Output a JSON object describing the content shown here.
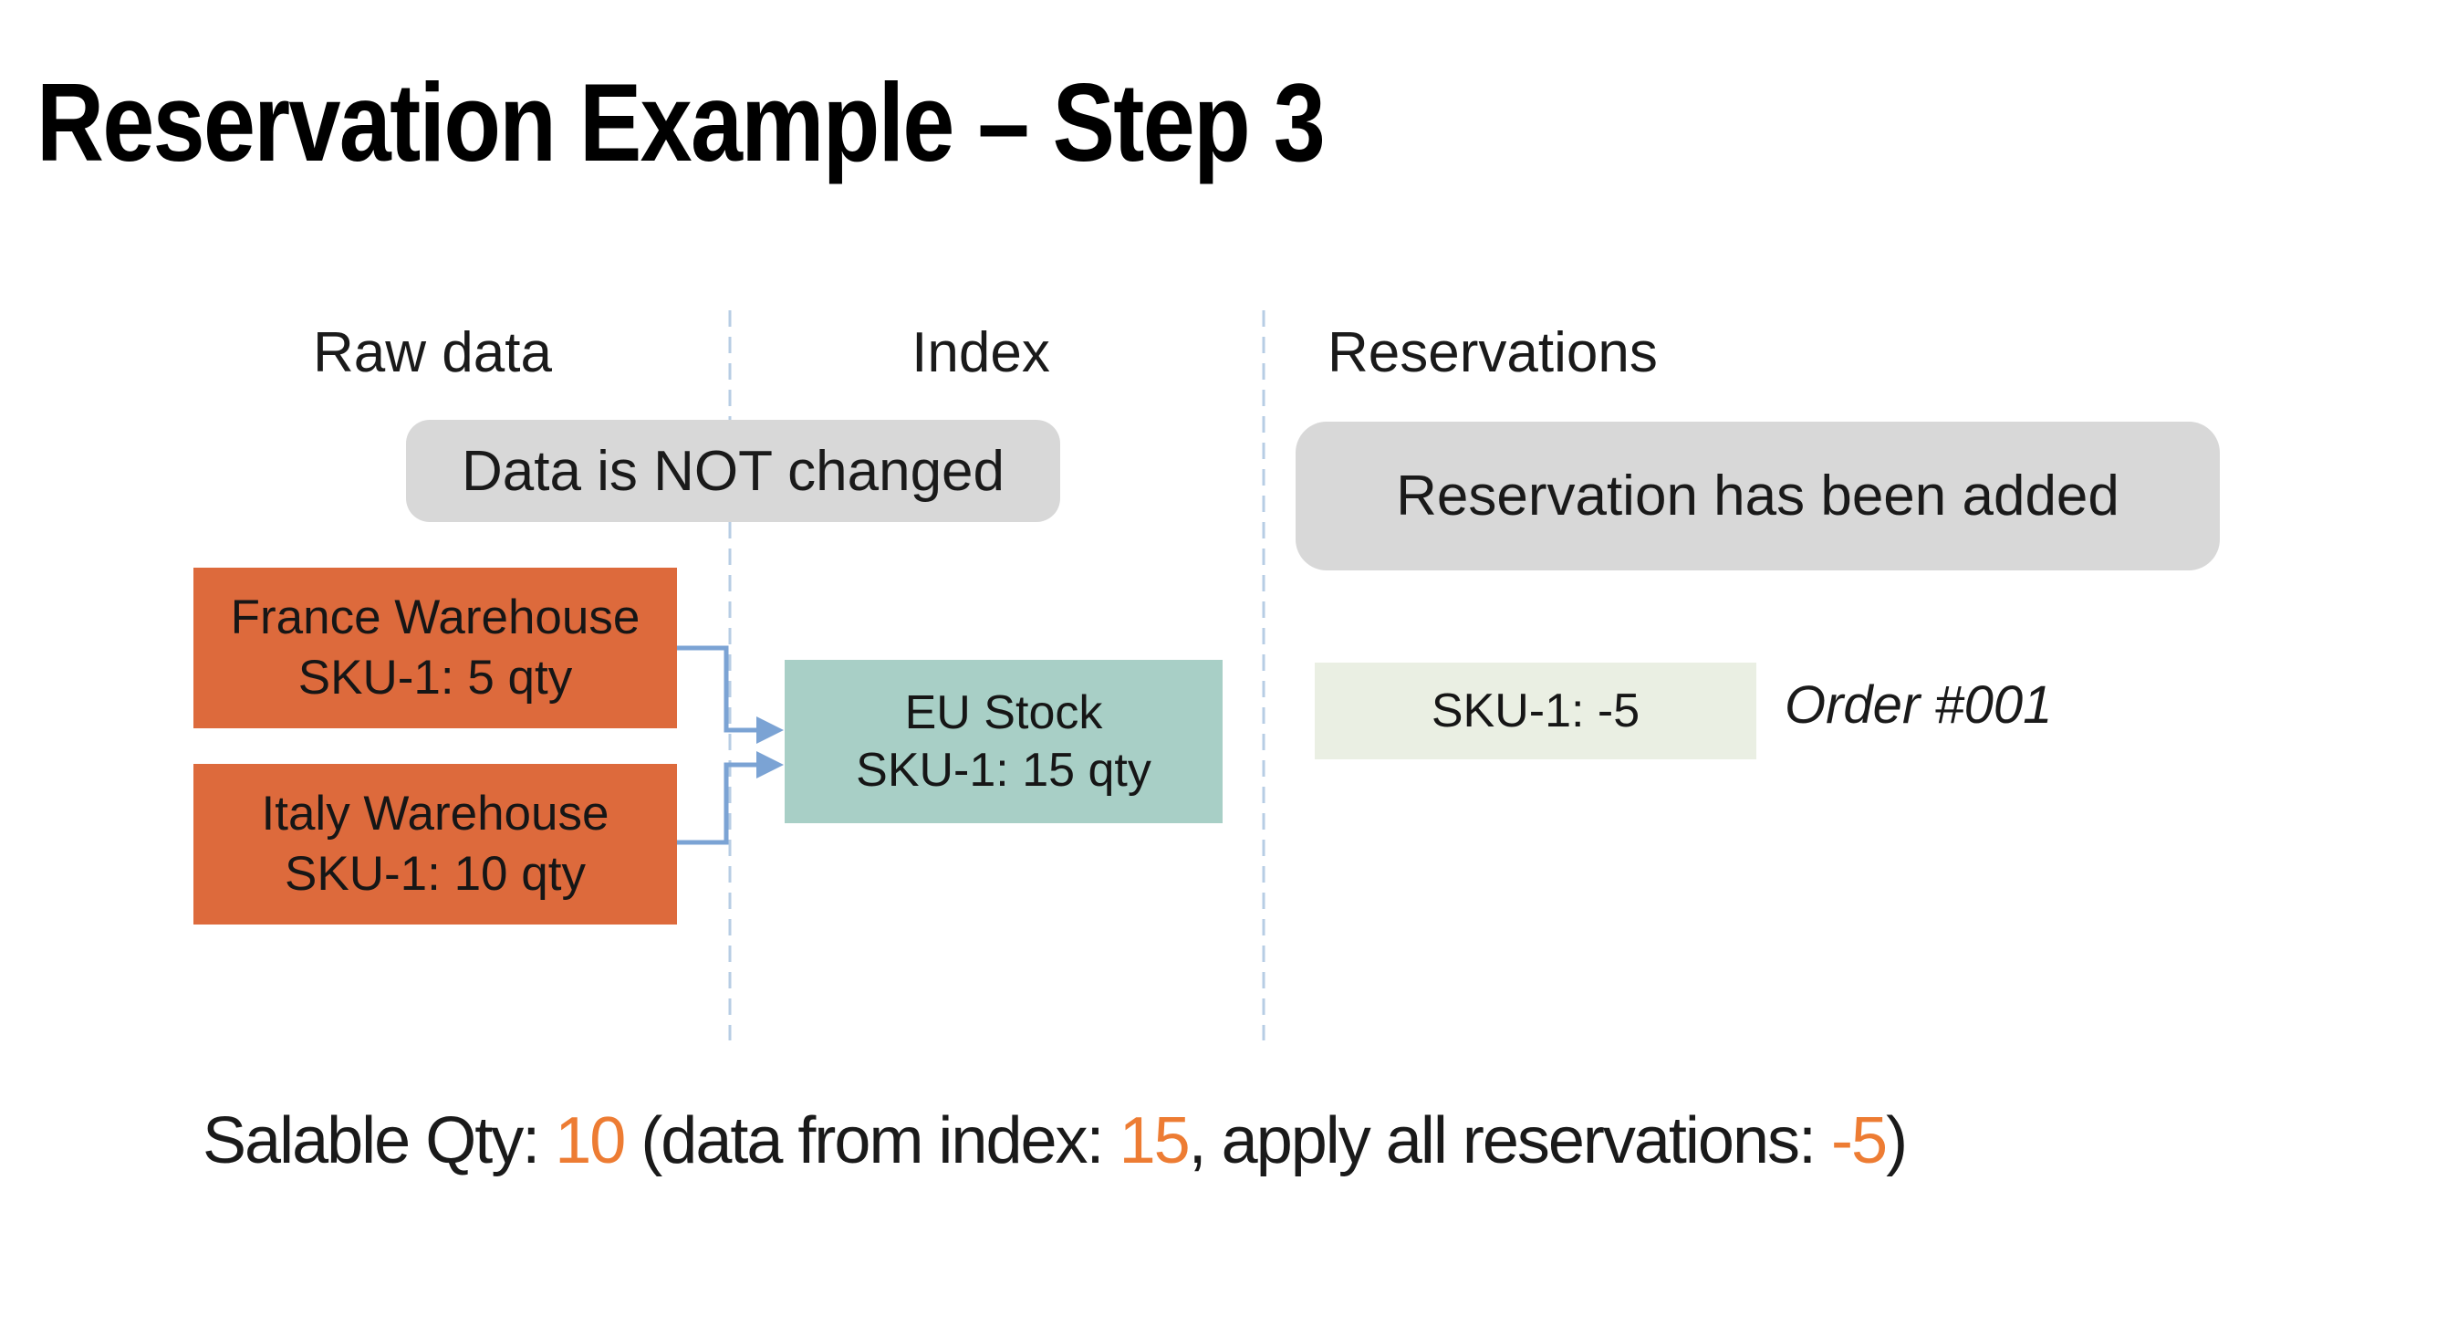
{
  "slide": {
    "title": "Reservation Example – Step 3",
    "columns": [
      {
        "label": "Raw data"
      },
      {
        "label": "Index"
      },
      {
        "label": "Reservations"
      }
    ],
    "notes": [
      {
        "text": "Data is NOT changed"
      },
      {
        "text": "Reservation has been added"
      }
    ],
    "warehouses": [
      {
        "line1": "France Warehouse",
        "line2": "SKU-1: 5 qty"
      },
      {
        "line1": "Italy Warehouse",
        "line2": "SKU-1: 10 qty"
      }
    ],
    "index_box": {
      "line1": "EU Stock",
      "line2": "SKU-1: 15 qty"
    },
    "reservation_entry": {
      "text": "SKU-1: -5",
      "order": "Order #001"
    },
    "summary": {
      "segments": [
        {
          "text": "Salable Qty: ",
          "color": "black"
        },
        {
          "text": "10",
          "color": "orange"
        },
        {
          "text": " (data from index: ",
          "color": "black"
        },
        {
          "text": "15",
          "color": "orange"
        },
        {
          "text": ", apply all reservations: ",
          "color": "black"
        },
        {
          "text": "-5",
          "color": "orange"
        },
        {
          "text": ")",
          "color": "black"
        }
      ]
    },
    "colors": {
      "box_orange": "#dd6a3c",
      "box_teal": "#a8cfc6",
      "note_gray": "#d8d8d8",
      "reservation_pale_green": "#eaefe3",
      "connector_blue": "#7ba3d4",
      "divider_dashed_blue": "#b7cde4",
      "summary_number_orange": "#ed7c33",
      "text_dark": "#1a1a1a"
    }
  }
}
